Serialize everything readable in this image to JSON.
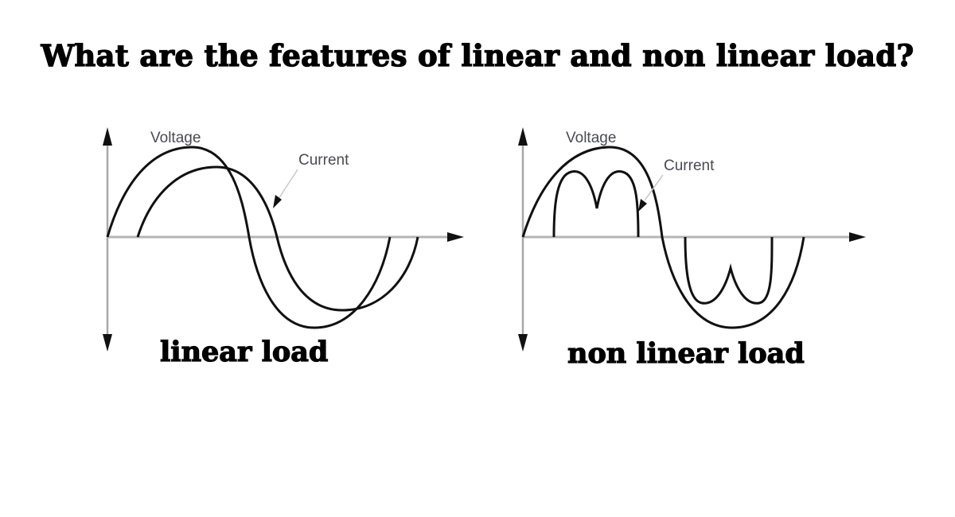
{
  "title": "What are the features of linear and non linear load?",
  "panels": [
    {
      "id": "linear",
      "caption": "linear load",
      "curve_labels": {
        "voltage": "Voltage",
        "current": "Current"
      },
      "current_shape": "sinusoidal, lagging voltage"
    },
    {
      "id": "nonlinear",
      "caption": "non linear load",
      "curve_labels": {
        "voltage": "Voltage",
        "current": "Current"
      },
      "current_shape": "distorted double-hump pulses"
    }
  ],
  "colors": {
    "background": "#ffffff",
    "text": "#000000",
    "curve": "#111111",
    "axis": "#b0b0b0",
    "arrow": "#111111",
    "label_text": "#4a4a55",
    "leader_line": "#c8c8c8"
  }
}
